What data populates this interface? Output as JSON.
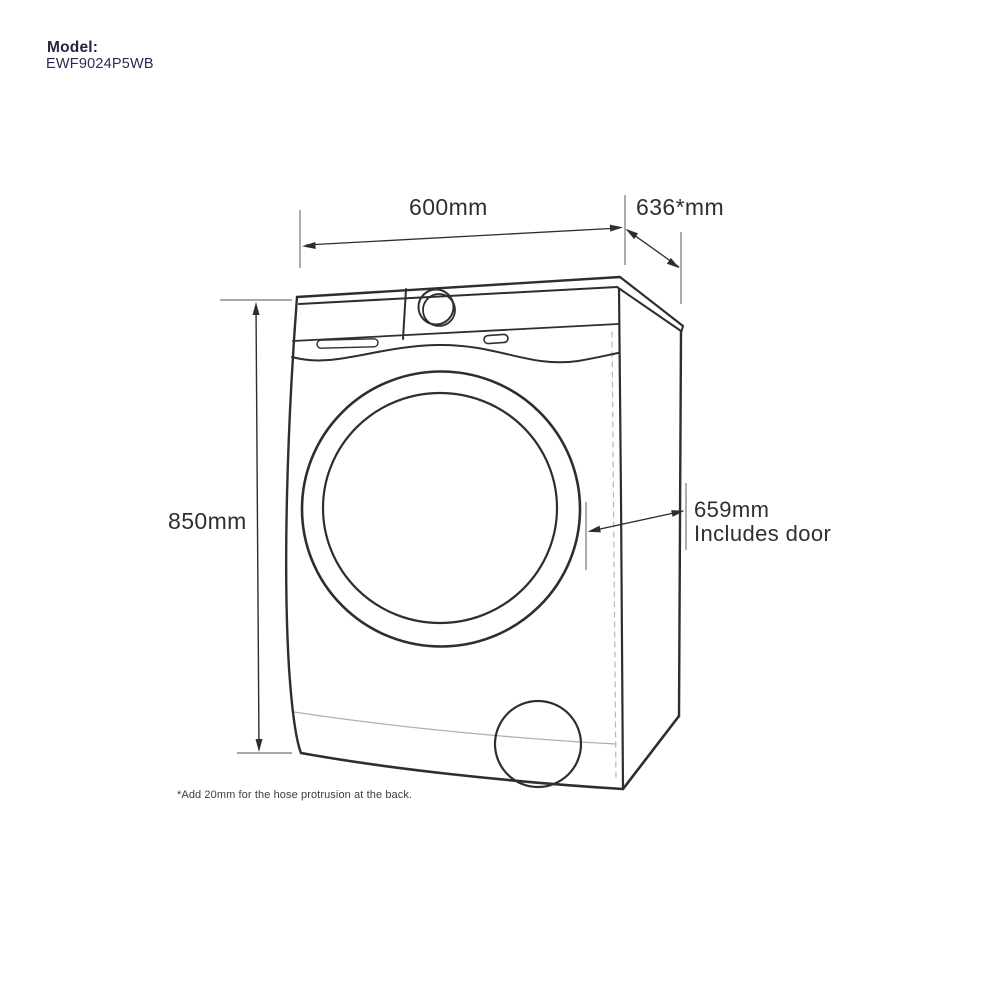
{
  "header": {
    "model_label": "Model:",
    "model_value": "EWF9024P5WB"
  },
  "diagram": {
    "product": "front-load washing machine dimension drawing",
    "dimensions": {
      "width": "600mm",
      "depth": "636*mm",
      "height": "850mm",
      "depth_with_door": "659mm",
      "depth_with_door_note": "Includes door"
    },
    "footnote": "*Add 20mm for the hose protrusion at the back.",
    "colors": {
      "background": "#ffffff",
      "line_art": "#2e2e2e",
      "extension_tick": "#8a8a8a",
      "faint_detail": "#b0b0b0",
      "model_text": "#262343",
      "dimension_text": "#2f2f2f"
    }
  }
}
